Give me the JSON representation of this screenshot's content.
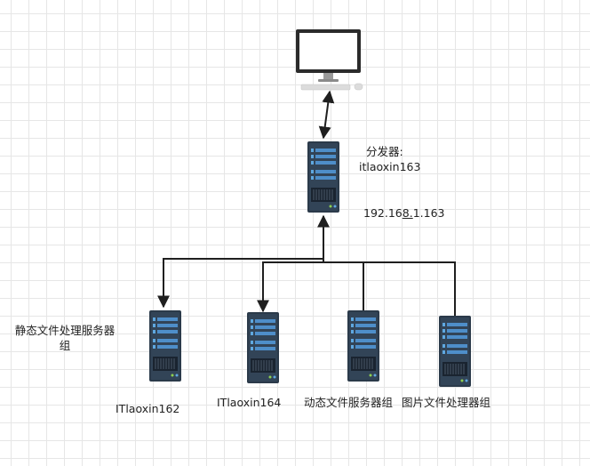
{
  "icons": {
    "client": "desktop-computer-icon",
    "server": "server-icon"
  },
  "colors": {
    "connector": "#1f1f1f",
    "server_body": "#2b3a4a",
    "server_accent": "#4e8ec9"
  },
  "dispatcher": {
    "title": "分发器:",
    "hostname": "itlaoxin163",
    "ip_prefix": "192.16",
    "ip_underlined": "8.",
    "ip_suffix": "1.163"
  },
  "groups": {
    "static": "静态文件处理服务器组",
    "node162": "ITlaoxin162",
    "node164": "ITlaoxin164",
    "dynamic": "动态文件服务器组",
    "image": "图片文件处理器组"
  }
}
